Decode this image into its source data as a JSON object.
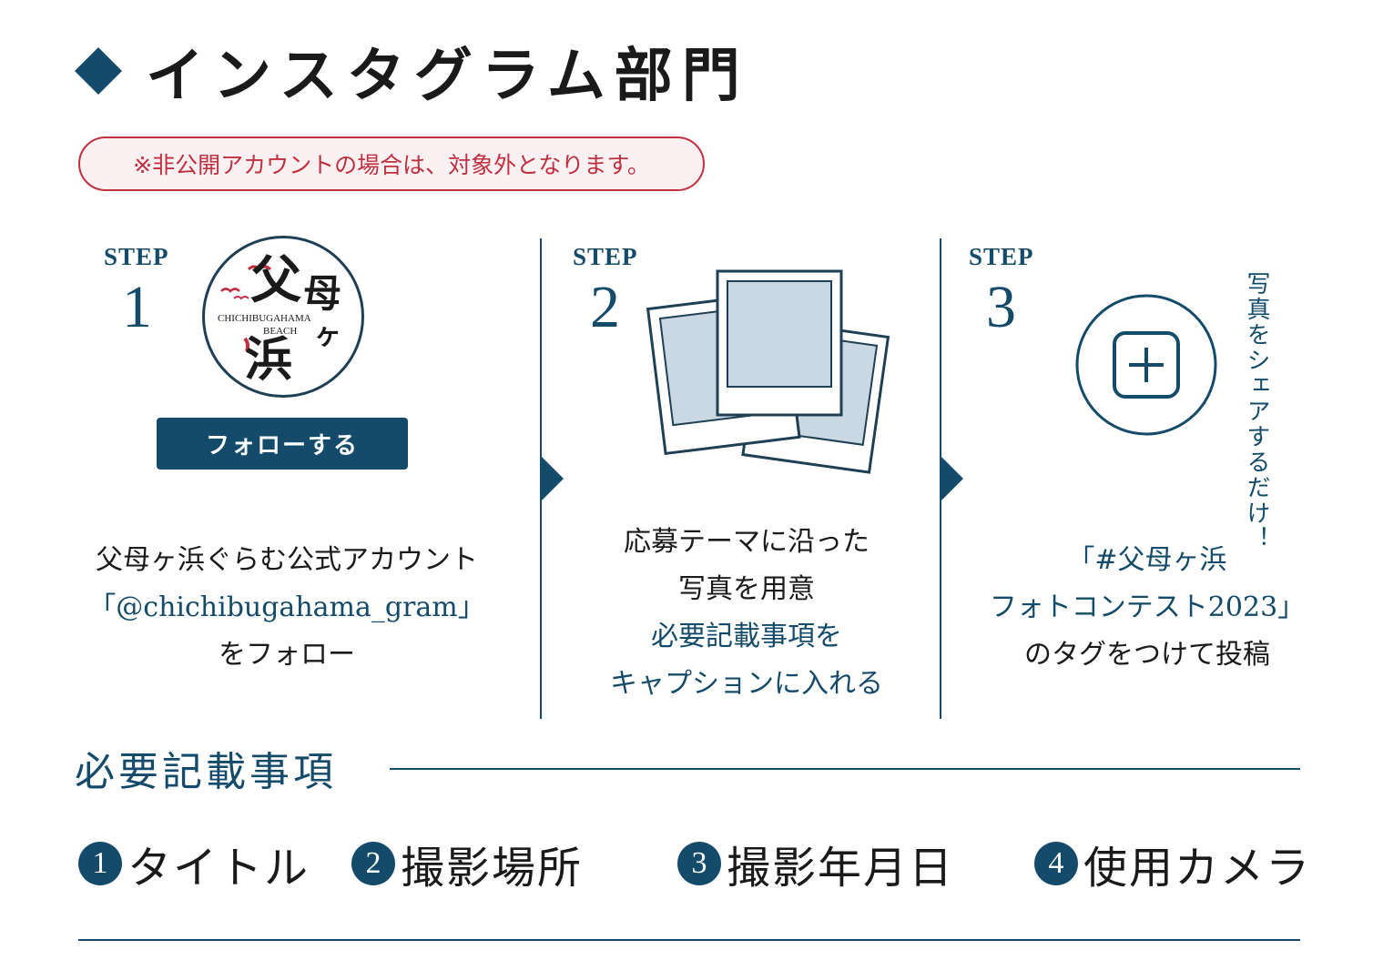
{
  "header": {
    "title": "インスタグラム部門",
    "notice": "※非公開アカウントの場合は、対象外となります。"
  },
  "colors": {
    "navy": "#154b6a",
    "red": "#c0303f"
  },
  "steps": [
    {
      "label": "STEP",
      "number": "1",
      "logo": {
        "chars": [
          "父",
          "母",
          "ヶ",
          "浜"
        ],
        "caption_1": "CHICHIBUGAHAMA",
        "caption_2": "BEACH"
      },
      "button": "フォローする",
      "lines": [
        "父母ヶ浜ぐらむ公式アカウント",
        "「@chichibugahama_gram」",
        "をフォロー"
      ]
    },
    {
      "label": "STEP",
      "number": "2",
      "icon": "photos-icon",
      "lines": [
        "応募テーマに沿った",
        "写真を用意"
      ],
      "lines_accent": [
        "必要記載事項を",
        "キャプションに入れる"
      ]
    },
    {
      "label": "STEP",
      "number": "3",
      "icon": "instagram-add-icon",
      "side_text": "写真をシェアするだけ！",
      "lines": [
        "「#父母ヶ浜",
        "フォトコンテスト2023」",
        "のタグをつけて投稿"
      ]
    }
  ],
  "required": {
    "title": "必要記載事項",
    "items": [
      {
        "num": "1",
        "text": "タイトル"
      },
      {
        "num": "2",
        "text": "撮影場所"
      },
      {
        "num": "3",
        "text": "撮影年月日"
      },
      {
        "num": "4",
        "text": "使用カメラ"
      }
    ]
  }
}
